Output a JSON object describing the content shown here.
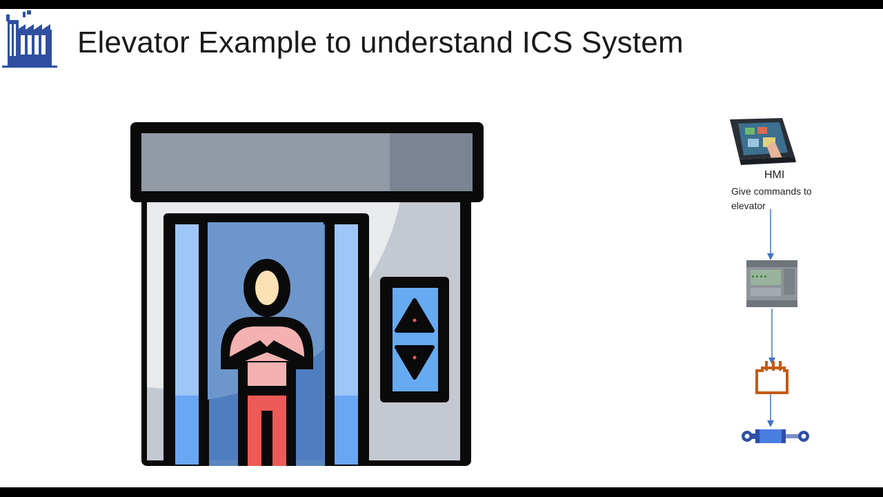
{
  "slide": {
    "title": "Elevator Example to understand ICS System"
  },
  "flow": {
    "hmi": {
      "label": "HMI",
      "description": "Give commands to elevator",
      "icon": "hmi-touchscreen-icon"
    },
    "plc": {
      "icon": "plc-controller-icon"
    },
    "actuator": {
      "icon": "actuator-icon"
    },
    "cylinder": {
      "icon": "hydraulic-cylinder-icon"
    },
    "arrow_color": "#4472c4"
  },
  "illustration": {
    "icon": "elevator-person-icon",
    "colors": {
      "outline": "#0a0a0a",
      "header": "#929aa6",
      "wall": "#c3c8d1",
      "cabin": "#6b94c8",
      "door_glass": "#9ec6f7",
      "skin": "#fbe2b4",
      "shirt": "#f3b2b1",
      "pants": "#ee5a55",
      "panel_screen": "#66aaf2"
    }
  },
  "logo": {
    "icon": "factory-logo-icon",
    "color": "#2f4fa0"
  }
}
